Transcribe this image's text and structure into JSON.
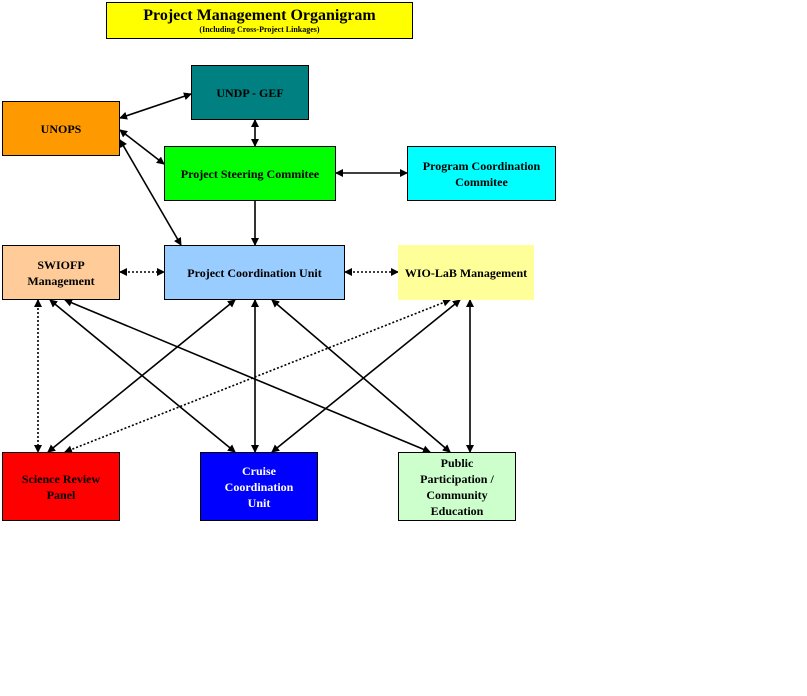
{
  "title": {
    "main": "Project Management Organigram",
    "sub": "(Including Cross-Project Linkages)",
    "color": "#FFFF00"
  },
  "nodes": {
    "undp_gef": {
      "label": "UNDP - GEF",
      "color": "#008080"
    },
    "unops": {
      "label": "UNOPS",
      "color": "#FF9900"
    },
    "psc": {
      "label": "Project Steering Commitee",
      "color": "#00FF00"
    },
    "pcc": {
      "label": "Program Coordination Commitee",
      "color": "#00FFFF"
    },
    "swiofp": {
      "label": "SWIOFP Management",
      "color": "#FFCC99"
    },
    "pcu": {
      "label": "Project Coordination Unit",
      "color": "#99CCFF"
    },
    "wiolab": {
      "label": "WIO-LaB Management",
      "color": "#FFFF99"
    },
    "srp": {
      "label": "Science Review Panel",
      "color": "#FF0000"
    },
    "ccu": {
      "label": "Cruise Coordination Unit",
      "color": "#0000FF"
    },
    "ppce": {
      "label": "Public Participation / Community Education",
      "color": "#CCFFCC"
    }
  },
  "links": [
    {
      "from": "unops",
      "to": "undp_gef",
      "style": "solid",
      "dir": "both"
    },
    {
      "from": "undp_gef",
      "to": "psc",
      "style": "solid",
      "dir": "both"
    },
    {
      "from": "unops",
      "to": "psc",
      "style": "solid",
      "dir": "both"
    },
    {
      "from": "unops",
      "to": "pcu",
      "style": "solid",
      "dir": "both"
    },
    {
      "from": "psc",
      "to": "pcc",
      "style": "solid",
      "dir": "both"
    },
    {
      "from": "psc",
      "to": "pcu",
      "style": "solid",
      "dir": "forward"
    },
    {
      "from": "swiofp",
      "to": "pcu",
      "style": "dotted",
      "dir": "both"
    },
    {
      "from": "pcu",
      "to": "wiolab",
      "style": "dotted",
      "dir": "both"
    },
    {
      "from": "swiofp",
      "to": "srp",
      "style": "dotted",
      "dir": "both"
    },
    {
      "from": "wiolab",
      "to": "srp",
      "style": "dotted",
      "dir": "both"
    },
    {
      "from": "pcu",
      "to": "srp",
      "style": "solid",
      "dir": "both"
    },
    {
      "from": "pcu",
      "to": "ccu",
      "style": "solid",
      "dir": "both"
    },
    {
      "from": "pcu",
      "to": "ppce",
      "style": "solid",
      "dir": "both"
    },
    {
      "from": "swiofp",
      "to": "ccu",
      "style": "solid",
      "dir": "both"
    },
    {
      "from": "swiofp",
      "to": "ppce",
      "style": "solid",
      "dir": "both"
    },
    {
      "from": "wiolab",
      "to": "ccu",
      "style": "solid",
      "dir": "both"
    },
    {
      "from": "wiolab",
      "to": "ppce",
      "style": "solid",
      "dir": "both"
    }
  ]
}
